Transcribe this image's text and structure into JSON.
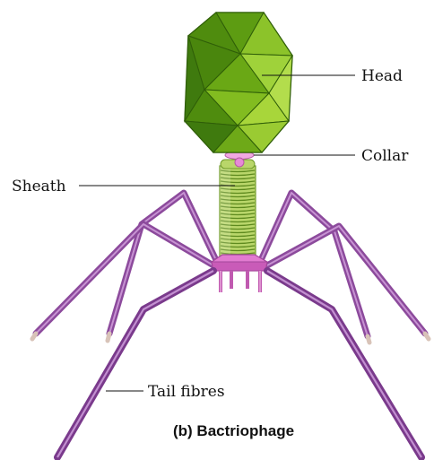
{
  "labels": {
    "head": "Head",
    "collar": "Collar",
    "sheath": "Sheath",
    "tail_fibres": "Tail fibres"
  },
  "caption": "(b) Bactriophage",
  "colors": {
    "head_light": "#a8d63a",
    "head_mid": "#7cb518",
    "head_dark": "#3f7a0e",
    "collar": "#e68ad6",
    "sheath": "#b9d66a",
    "sheath_ring": "#5e8a1e",
    "base_plate": "#e27bd0",
    "fibre": "#7a3a8c",
    "fibre_light": "#d8c3b8"
  }
}
